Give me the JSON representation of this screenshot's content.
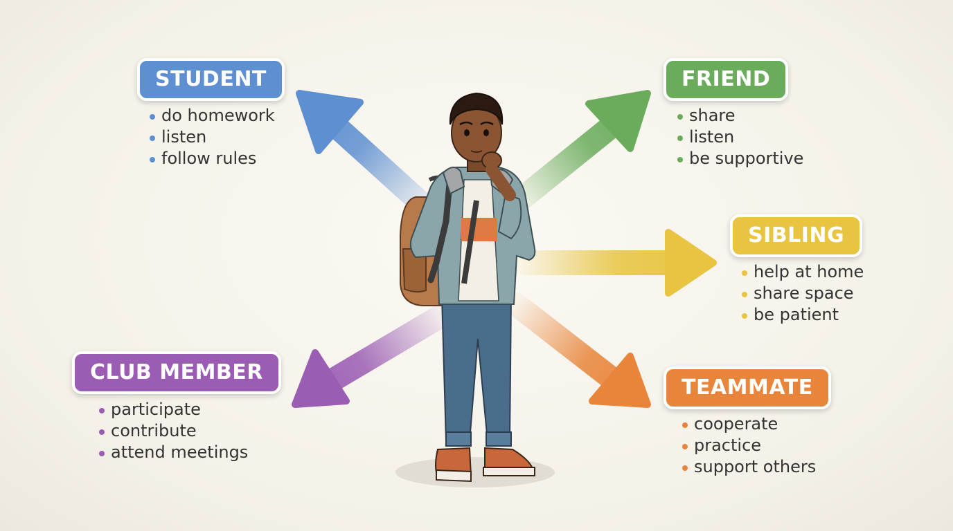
{
  "roles": [
    {
      "key": "student",
      "title": "STUDENT",
      "color": "#5d8fd1",
      "items": [
        "do homework",
        "listen",
        "follow rules"
      ]
    },
    {
      "key": "friend",
      "title": "FRIEND",
      "color": "#6aac5c",
      "items": [
        "share",
        "listen",
        "be supportive"
      ]
    },
    {
      "key": "sibling",
      "title": "SIBLING",
      "color": "#e8c440",
      "items": [
        "help at home",
        "share space",
        "be patient"
      ]
    },
    {
      "key": "club-member",
      "title": "CLUB MEMBER",
      "color": "#9b5db4",
      "items": [
        "participate",
        "contribute",
        "attend meetings"
      ]
    },
    {
      "key": "teammate",
      "title": "TEAMMATE",
      "color": "#e8853a",
      "items": [
        "cooperate",
        "practice",
        "support others"
      ]
    }
  ]
}
